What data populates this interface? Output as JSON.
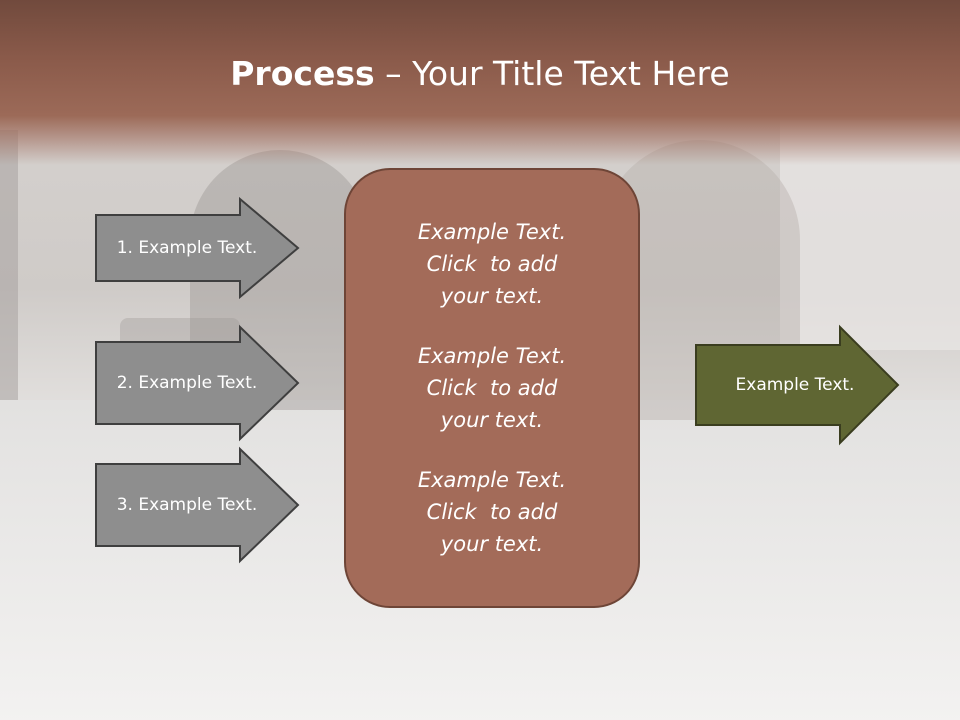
{
  "title": {
    "bold": "Process",
    "rest": " – Your Title Text Here"
  },
  "left_arrows": [
    {
      "label": "1. Example Text."
    },
    {
      "label": "2. Example Text."
    },
    {
      "label": "3. Example Text."
    }
  ],
  "center_blocks": [
    {
      "lines": [
        "Example Text.",
        "Click  to add",
        "your text."
      ]
    },
    {
      "lines": [
        "Example Text.",
        "Click  to add",
        "your text."
      ]
    },
    {
      "lines": [
        "Example Text.",
        "Click  to add",
        "your text."
      ]
    }
  ],
  "output_arrow": {
    "label": "Example Text."
  },
  "colors": {
    "title_band": "#8a5a4a",
    "center_box": "#a36b59",
    "left_arrow_fill": "#8e8e8e",
    "output_arrow_fill": "#5f6633"
  }
}
